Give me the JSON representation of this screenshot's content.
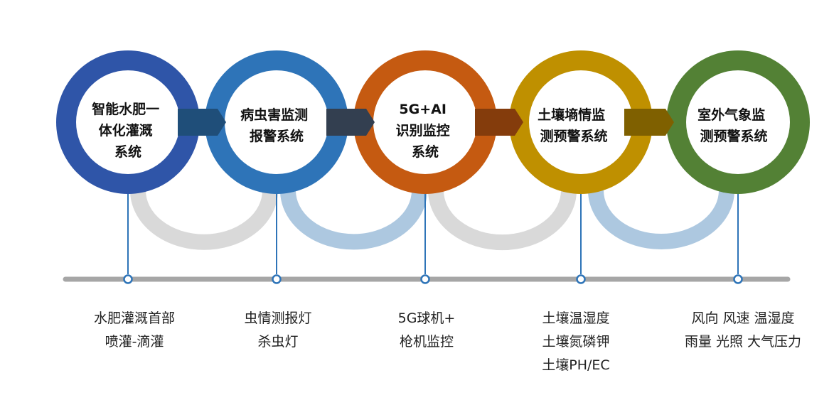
{
  "systems": [
    {
      "title_lines": [
        "智能水肥一",
        "体化灌溉",
        "系统"
      ],
      "color": "#2f55a8",
      "detail_lines": [
        "水肥灌溉首部",
        "喷灌-滴灌"
      ]
    },
    {
      "title_lines": [
        "病虫害监测",
        "报警系统"
      ],
      "color": "#2e74b8",
      "detail_lines": [
        "虫情测报灯",
        "杀虫灯"
      ]
    },
    {
      "title_lines": [
        "5G+AI",
        "识别监控",
        "系统"
      ],
      "color": "#c55a11",
      "detail_lines": [
        "5G球机+",
        "枪机监控"
      ]
    },
    {
      "title_lines": [
        "土壤墒情监",
        "测预警系统"
      ],
      "color": "#bf9000",
      "detail_lines": [
        "土壤温湿度",
        "土壤氮磷钾",
        "土壤PH/EC"
      ]
    },
    {
      "title_lines": [
        "室外气象监",
        "测预警系统"
      ],
      "color": "#538135",
      "detail_lines": [
        "风向 风速 温湿度",
        "雨量 光照  大气压力"
      ]
    }
  ],
  "colors": {
    "connector_arrow": [
      "#1f4e79",
      "#333f50",
      "#843c0c",
      "#7f6000"
    ],
    "arc_gray": "#d9d9d9",
    "arc_blue": "#adc8e0",
    "timeline": "#a6a6a6",
    "stem": "#2e74b8"
  }
}
